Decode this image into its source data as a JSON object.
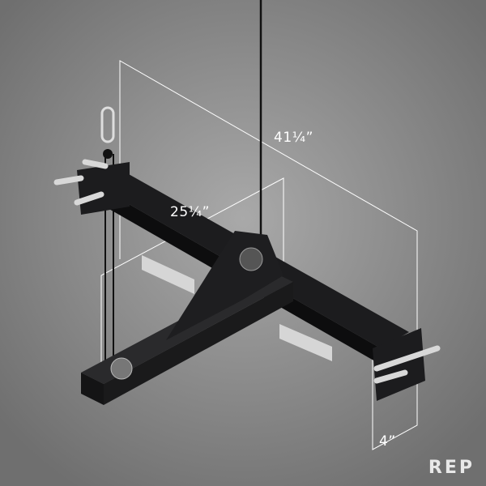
{
  "product": {
    "brand": "REP"
  },
  "dimensions": {
    "length_label": "41¼”",
    "width_label": "25¼”",
    "depth_label": "4”"
  },
  "colors": {
    "background_center": "#a9a9a9",
    "background_edge": "#6f6f6f",
    "frame": "#1c1c1e",
    "dimension_lines": "#ffffff"
  }
}
